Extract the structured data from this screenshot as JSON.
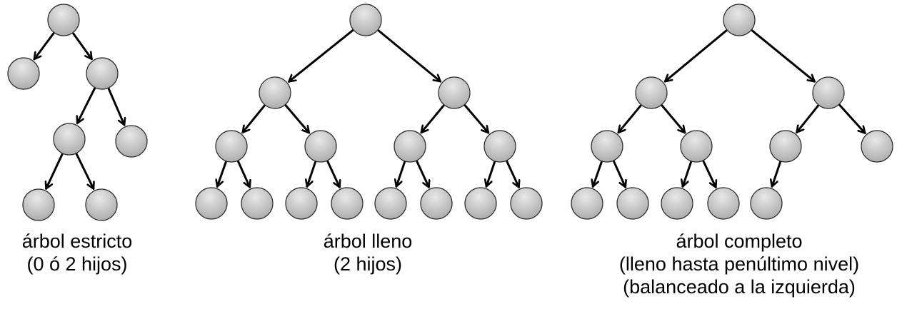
{
  "colors": {
    "node_fill_light": "#e8e8e8",
    "node_fill_dark": "#a9a9a9",
    "node_stroke": "#2a2a2a",
    "edge": "#000000"
  },
  "diagrams": [
    {
      "id": "strict",
      "caption": [
        "árbol estricto",
        "(0 ó 2 hijos)"
      ],
      "nodes": [
        "root",
        "L",
        "R",
        "RL",
        "RR",
        "RLL",
        "RLR"
      ],
      "edges": [
        [
          "root",
          "L"
        ],
        [
          "root",
          "R"
        ],
        [
          "R",
          "RL"
        ],
        [
          "R",
          "RR"
        ],
        [
          "RL",
          "RLL"
        ],
        [
          "RL",
          "RLR"
        ]
      ]
    },
    {
      "id": "full",
      "caption": [
        "árbol lleno",
        "(2 hijos)"
      ],
      "nodes": [
        "n1",
        "n2",
        "n3",
        "n4",
        "n5",
        "n6",
        "n7",
        "n8",
        "n9",
        "n10",
        "n11",
        "n12",
        "n13",
        "n14",
        "n15"
      ],
      "edges": [
        [
          "n1",
          "n2"
        ],
        [
          "n1",
          "n3"
        ],
        [
          "n2",
          "n4"
        ],
        [
          "n2",
          "n5"
        ],
        [
          "n3",
          "n6"
        ],
        [
          "n3",
          "n7"
        ],
        [
          "n4",
          "n8"
        ],
        [
          "n4",
          "n9"
        ],
        [
          "n5",
          "n10"
        ],
        [
          "n5",
          "n11"
        ],
        [
          "n6",
          "n12"
        ],
        [
          "n6",
          "n13"
        ],
        [
          "n7",
          "n14"
        ],
        [
          "n7",
          "n15"
        ]
      ]
    },
    {
      "id": "complete",
      "caption": [
        "árbol completo",
        "(lleno hasta penúltimo nivel)",
        "(balanceado a la izquierda)"
      ],
      "nodes": [
        "c1",
        "c2",
        "c3",
        "c4",
        "c5",
        "c6",
        "c7",
        "c8",
        "c9",
        "c10",
        "c11",
        "c12"
      ],
      "edges": [
        [
          "c1",
          "c2"
        ],
        [
          "c1",
          "c3"
        ],
        [
          "c2",
          "c4"
        ],
        [
          "c2",
          "c5"
        ],
        [
          "c3",
          "c6"
        ],
        [
          "c3",
          "c7"
        ],
        [
          "c4",
          "c8"
        ],
        [
          "c4",
          "c9"
        ],
        [
          "c5",
          "c10"
        ],
        [
          "c5",
          "c11"
        ],
        [
          "c6",
          "c12"
        ]
      ]
    }
  ]
}
